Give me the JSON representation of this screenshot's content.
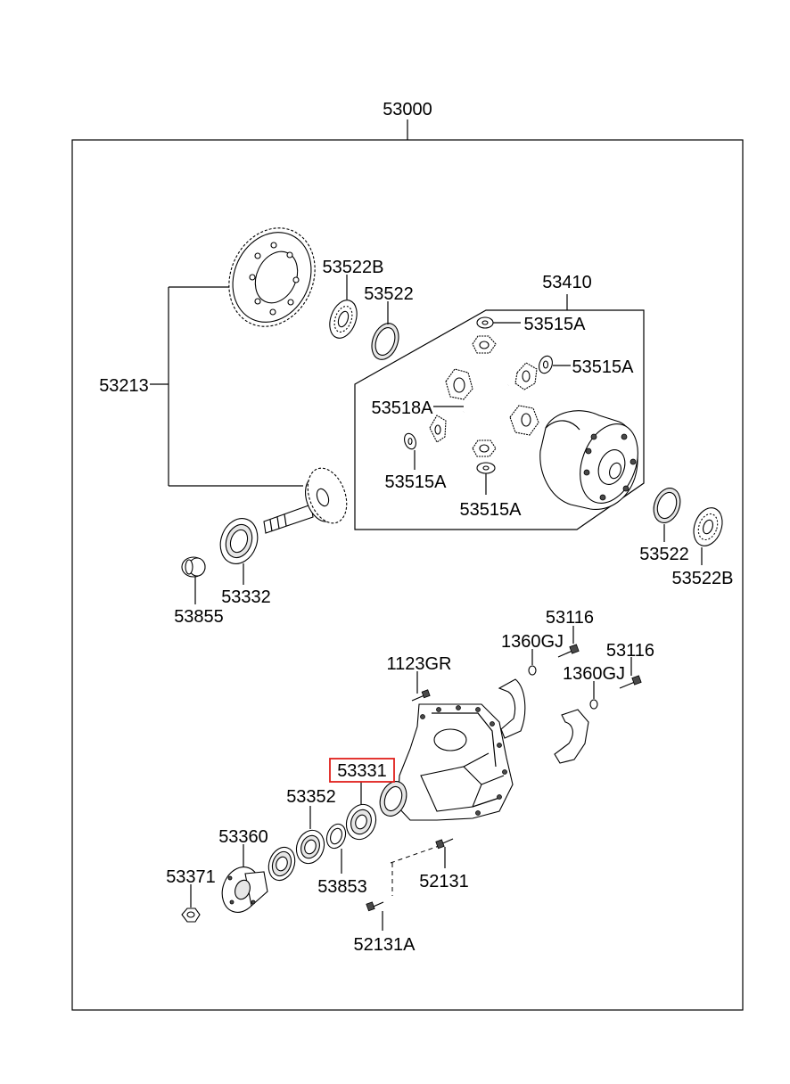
{
  "assembly": {
    "number": "53000"
  },
  "labels": {
    "ring_pinion_gear_set": "53213",
    "bearing_top_left": "53522B",
    "bearing_race_top": "53522",
    "case_assembly": "53410",
    "washer_top": "53515A",
    "washer_right": "53515A",
    "pinion_shaft": "53518A",
    "washer_left": "53515A",
    "washer_bottom": "53515A",
    "bearing_race_right": "53522",
    "bearing_right": "53522B",
    "bearing_pinion_rear": "53332",
    "spacer": "53855",
    "bolt_top": "53116",
    "nut_top": "1360GJ",
    "bolt_right": "53116",
    "nut_right": "1360GJ",
    "breather": "1123GR",
    "bearing_pinion_front": "53331",
    "oil_seal_race": "53352",
    "shim": "53853",
    "flange": "53360",
    "flange_nut": "53371",
    "stud": "52131",
    "stud_a": "52131A"
  },
  "highlight": {
    "part": "53331",
    "color": "#e0201c"
  }
}
